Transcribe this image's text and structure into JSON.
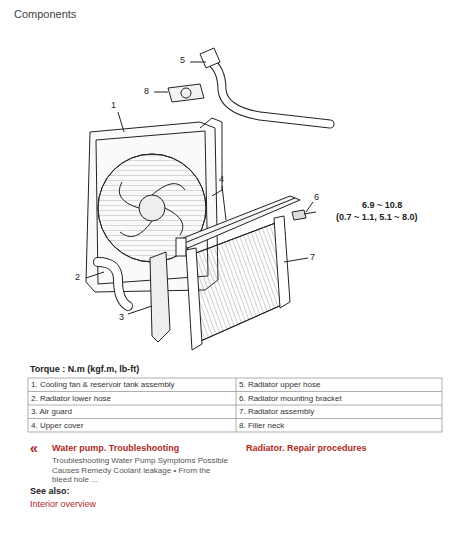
{
  "diagram": {
    "title": "Components",
    "labels": [
      "1",
      "2",
      "3",
      "4",
      "5",
      "6",
      "7",
      "8",
      "6.9 ~ 10.8",
      "(0.7 ~ 1.1, 5.1 ~ 8.0)",
      "Torque : N.m (kgf.m, lb-ft)",
      "1. Cooling fan & reservoir tank assembly",
      "2. Radiator lower hose",
      "3. Air guard",
      "4. Upper cover",
      "5. Radiator upper hose",
      "6. Radiator mounting bracket",
      "7. Radiator assembly",
      "8. Filler neck",
      "«",
      "Water pump. Troubleshooting",
      "Troubleshooting Water Pump Symptoms Possible Causes Remedy Coolant leakage • From the bleed hole ...",
      "Radiator. Repair procedures",
      "See also:",
      "Interior overview"
    ]
  }
}
